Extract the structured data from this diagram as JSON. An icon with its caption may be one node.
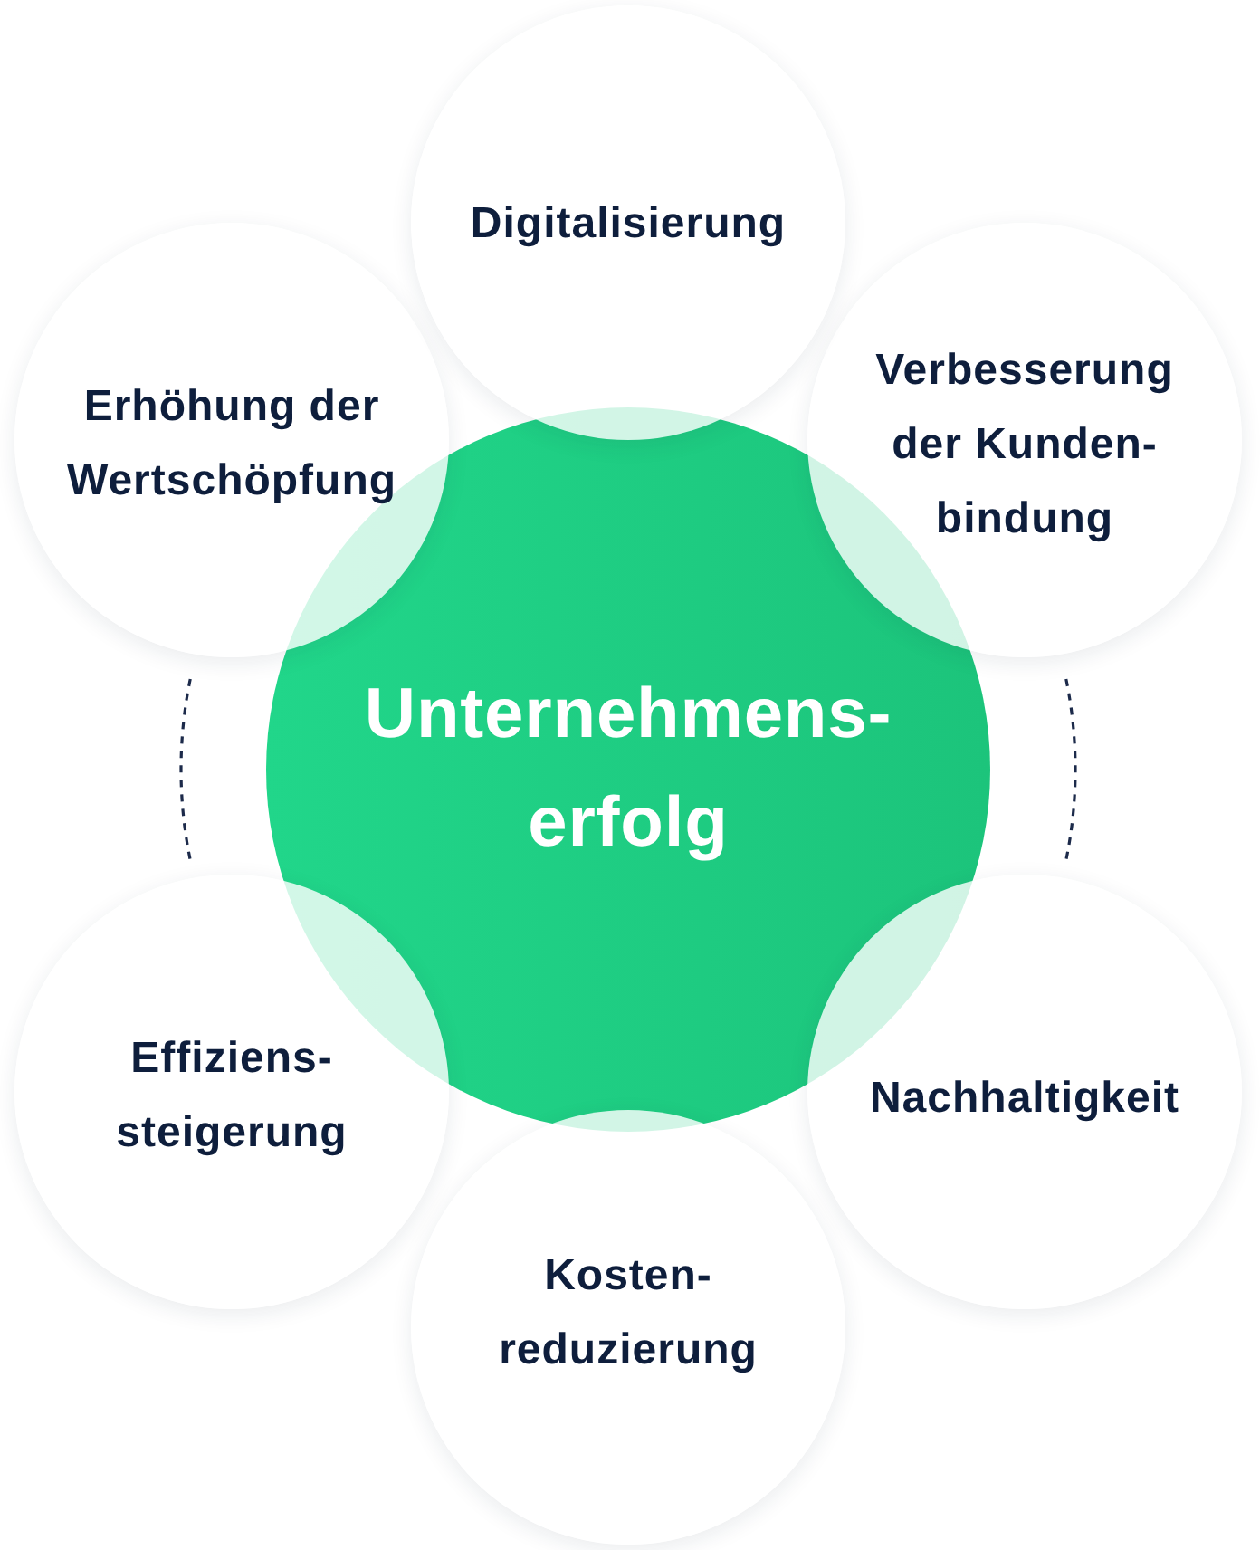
{
  "diagram": {
    "nodes": [
      {
        "text": [
          "Digitalisierung"
        ]
      },
      {
        "text": [
          "Erhöhung der Wertschöpfung"
        ]
      },
      {
        "text": [
          "Verbesserung der Kunden- bindung"
        ]
      },
      {
        "text": [
          "Unternehmens- erfolg"
        ]
      },
      {
        "text": [
          "Effiziens- steigerung"
        ]
      },
      {
        "text": [
          "Nachhaltigkeit"
        ]
      },
      {
        "text": [
          "Kosten- reduzierung"
        ]
      }
    ]
  }
}
